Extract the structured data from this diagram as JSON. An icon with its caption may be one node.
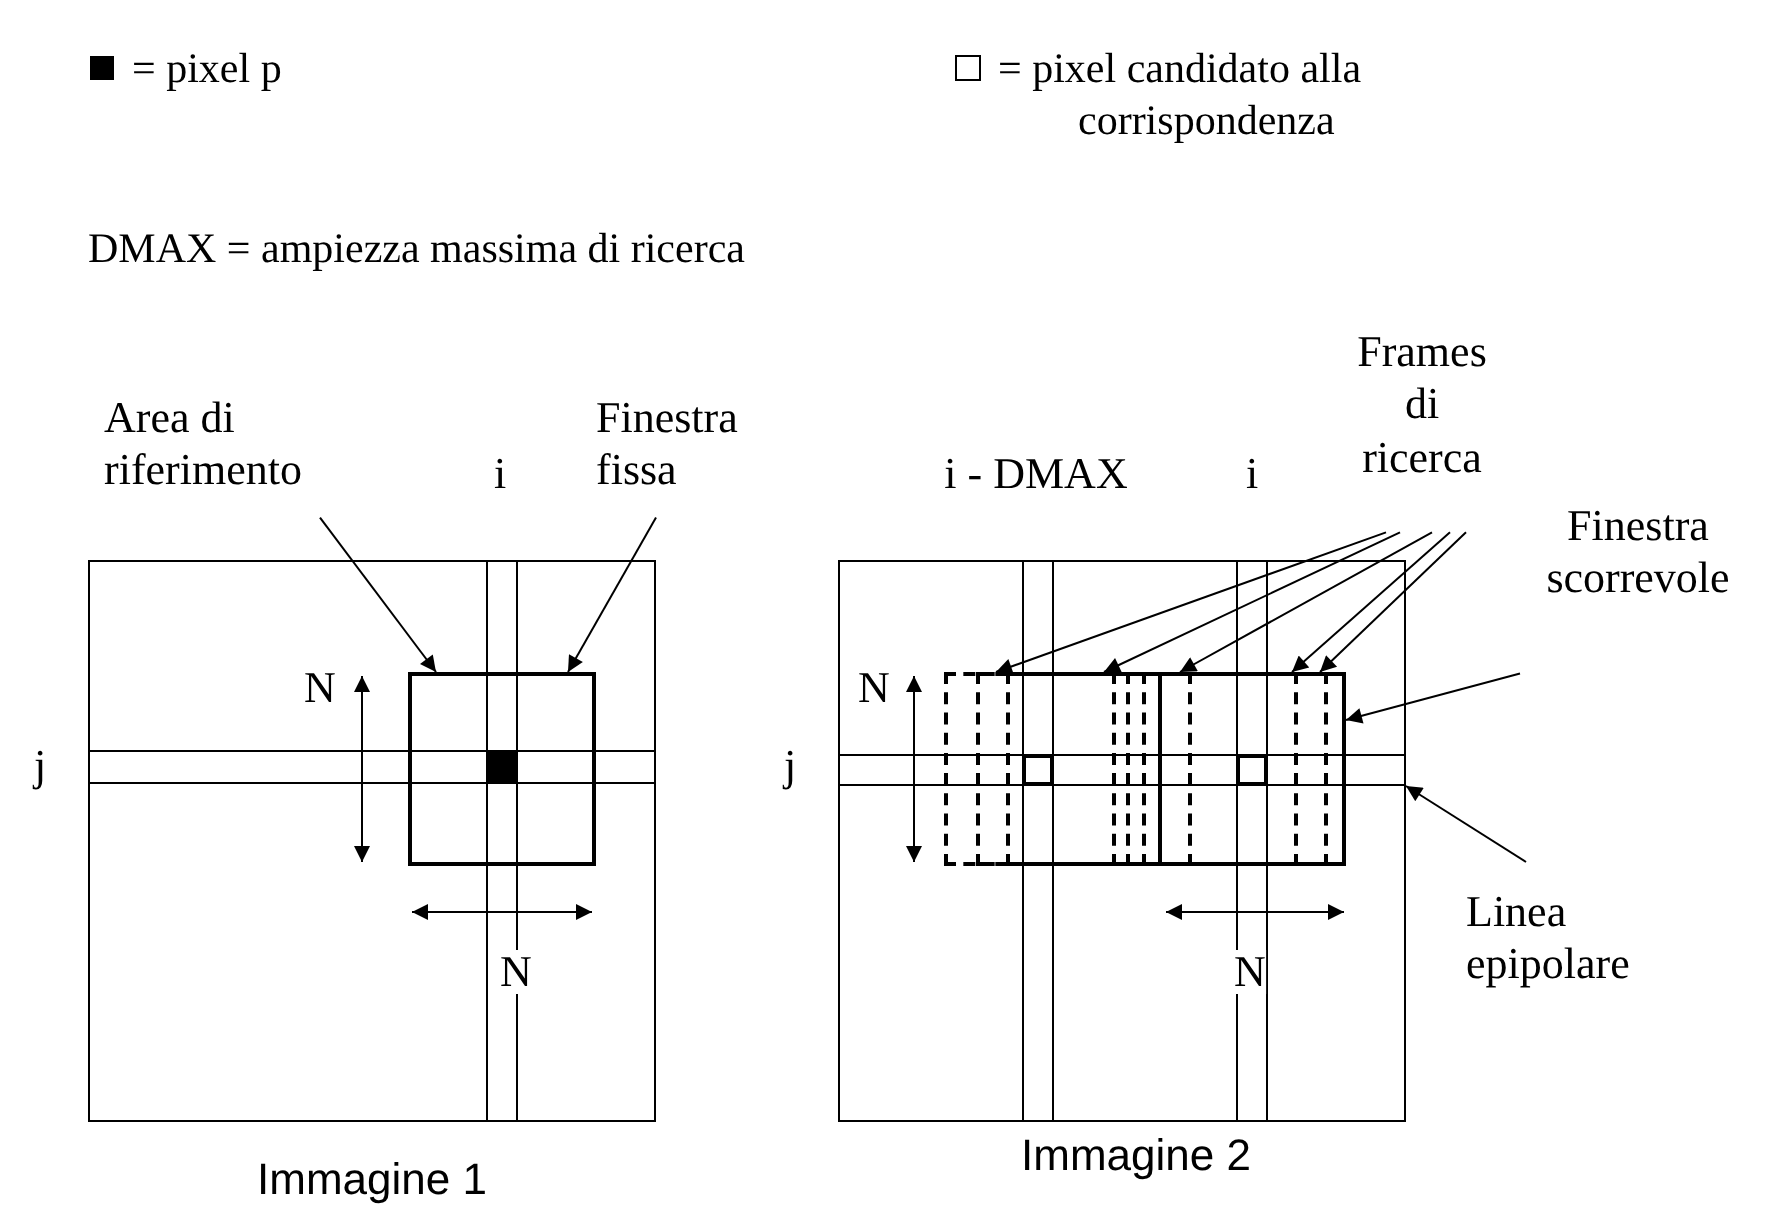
{
  "diagram": {
    "nodes": [
      {
        "text": [
          "Area di riferimento"
        ]
      },
      {
        "text": [
          "Finestra fissa"
        ]
      },
      {
        "text": [
          "Immagine 1"
        ]
      },
      {
        "text": [],
        "shape": "box",
        "in": 2
      },
      {
        "text": [
          "Frames di ricerca"
        ]
      },
      {
        "text": [
          "Finestra scorrevole"
        ]
      },
      {
        "text": [
          "Immagine 2"
        ]
      },
      {
        "text": [],
        "shape": "frame",
        "in": 6
      },
      {
        "text": [],
        "shape": "frame",
        "in": 6
      },
      {
        "text": [],
        "shape": "frame",
        "in": 6
      },
      {
        "text": [],
        "shape": "frame",
        "in": 6
      },
      {
        "text": [],
        "shape": "frame",
        "in": 6
      },
      {
        "text": [],
        "shape": "box",
        "in": 6
      },
      {
        "text": [
          "Linea epipolare"
        ]
      },
      {
        "text": [],
        "shape": "band",
        "in": 6
      }
    ],
    "edges": [
      {
        "from": 0,
        "to": 3,
        "arrow": "to"
      },
      {
        "from": 1,
        "to": 3,
        "arrow": "to"
      },
      {
        "from": 4,
        "to": 7,
        "arrow": "to"
      },
      {
        "from": 4,
        "to": 8,
        "arrow": "to"
      },
      {
        "from": 4,
        "to": 9,
        "arrow": "to"
      },
      {
        "from": 4,
        "to": 10,
        "arrow": "to"
      },
      {
        "from": 4,
        "to": 11,
        "arrow": "to"
      },
      {
        "from": 5,
        "to": 12,
        "arrow": "to"
      },
      {
        "from": 13,
        "to": 14,
        "arrow": "to"
      }
    ],
    "labels": [
      "DMAX = ampiezza massima di ricerca",
      "i",
      "j",
      "N",
      "N",
      "i - DMAX",
      "i",
      "j",
      "N",
      "N"
    ],
    "legend": [
      {
        "text": "= pixel p"
      },
      {
        "text": "= pixel candidato alla corrispondenza"
      }
    ]
  }
}
